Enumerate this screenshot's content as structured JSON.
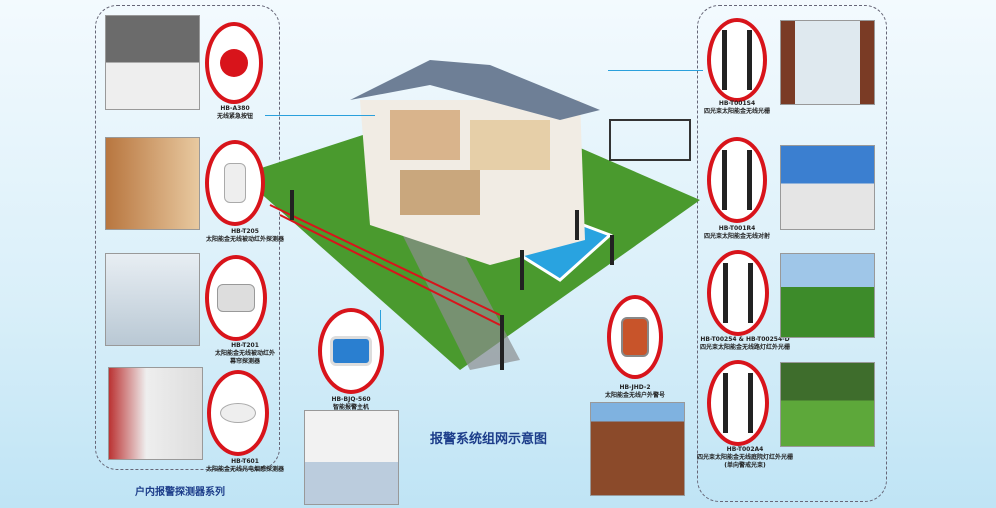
{
  "title": "报警系统组网示意图",
  "indoor_series_label": "户内报警探测器系列",
  "devices": [
    {
      "model": "HB-A380",
      "desc": "无线紧急按钮",
      "icon": "emergency-button-icon"
    },
    {
      "model": "HB-T205",
      "desc": "太阳能金无线被动红外探测器",
      "icon": "pir-detector-icon"
    },
    {
      "model": "HB-T201",
      "desc": "太阳能金无线被动红外",
      "desc2": "幕帘探测器",
      "icon": "curtain-detector-icon"
    },
    {
      "model": "HB-T601",
      "desc": "太阳能金无线光电烟感探测器",
      "icon": "smoke-detector-icon"
    },
    {
      "model": "HB-T001S4",
      "desc": "四光束太阳能金无线光栅",
      "icon": "beam-grating-icon"
    },
    {
      "model": "HB-T001R4",
      "desc": "四光束太阳能金无线对射",
      "icon": "beam-detector-icon"
    },
    {
      "model": "HB-T00254 & HB-T00254-D",
      "desc": "四光束太阳能金无线路灯红外光栅",
      "icon": "lamp-beam-icon"
    },
    {
      "model": "HB-T002A4",
      "desc": "四光束太阳能金无线庭院灯红外光栅",
      "desc2": "(单向警戒光束)",
      "icon": "garden-lamp-beam-icon"
    },
    {
      "model": "HB-JHD-2",
      "desc": "太阳能金无线户外警号",
      "icon": "outdoor-siren-icon"
    },
    {
      "model": "HB-BJQ-560",
      "desc": "智能报警主机",
      "icon": "alarm-host-icon"
    }
  ],
  "colors": {
    "accent": "#d8141b",
    "line": "#2aa0dc",
    "lawn": "#4a9a2e"
  }
}
